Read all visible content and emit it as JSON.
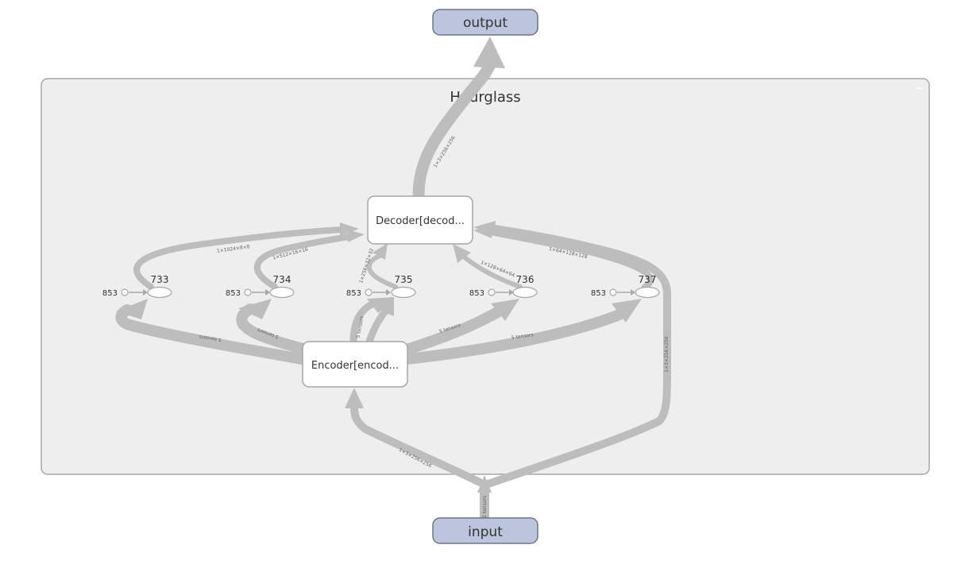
{
  "group": {
    "label": "Hourglass"
  },
  "nodes": {
    "output": "output",
    "input": "input",
    "decoder": "Decoder[decod...",
    "encoder": "Encoder[encod..."
  },
  "ops": [
    {
      "id": "733",
      "const": "853"
    },
    {
      "id": "734",
      "const": "853"
    },
    {
      "id": "735",
      "const": "853"
    },
    {
      "id": "736",
      "const": "853"
    },
    {
      "id": "737",
      "const": "853"
    }
  ],
  "edge_labels": {
    "dec_to_output": "1×3×256×256",
    "op733_to_dec": "1×1024×8×8",
    "op734_to_dec": "1×512×16×16",
    "op735_to_dec": "1×256×32×32",
    "op736_to_dec": "1×128×64×64",
    "op737_to_dec": "1×64×128×128",
    "enc_to_733": "5 tensors",
    "enc_to_734": "5 tensors",
    "enc_to_735": "5 tensors",
    "enc_to_736": "5 tensors",
    "enc_to_737": "5 tensors",
    "input_to_enc": "1×3×256×256",
    "input_to_dec": "1×3×256×256",
    "input_in": "2 tensors"
  },
  "colors": {
    "io_fill": "#bcc5dd",
    "io_stroke": "#6f7583",
    "group_fill": "#eeeeee",
    "group_stroke": "#a5a5a5",
    "edge": "#bdbdbd"
  }
}
